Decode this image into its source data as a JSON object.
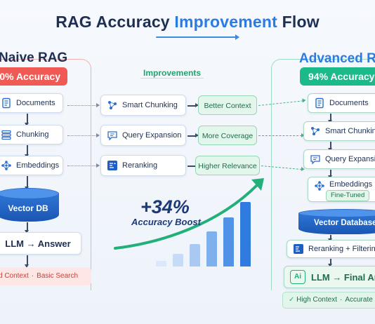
{
  "title": {
    "prefix": "RAG Accuracy ",
    "accent": "Improvement",
    "suffix": " Flow"
  },
  "naive": {
    "title": "Naive RAG",
    "accuracy": "0% Accuracy",
    "steps": [
      "Documents",
      "Chunking",
      "Embeddings"
    ],
    "vector_db": "Vector DB",
    "answer": "LLM → Answer",
    "footer": [
      "d Context",
      "Basic Search"
    ]
  },
  "improvements": {
    "title": "Improvements",
    "items": [
      {
        "label": "Smart Chunking",
        "benefit": "Better Context"
      },
      {
        "label": "Query Expansion",
        "benefit": "More Coverage"
      },
      {
        "label": "Reranking",
        "benefit": "Higher Relevance"
      }
    ]
  },
  "boost": {
    "value": "+34%",
    "label": "Accuracy Boost"
  },
  "advanced": {
    "title": "Advanced RA",
    "accuracy": "94% Accuracy",
    "steps": [
      "Documents",
      "Smart Chunking",
      "Query Expansion"
    ],
    "embeddings": "Embeddings",
    "fine_tuned": "Fine-Tuned",
    "vector_db": "Vector Database",
    "reranking": "Reranking + Filterin",
    "llm": "LLM → Final An",
    "llm_icon_text": "Ai",
    "footer": [
      "High Context",
      "Accurate"
    ]
  },
  "colors": {
    "naive": "#ef5a55",
    "advanced": "#1cb98a",
    "accent": "#2c7be5",
    "dark": "#1d2f52"
  }
}
